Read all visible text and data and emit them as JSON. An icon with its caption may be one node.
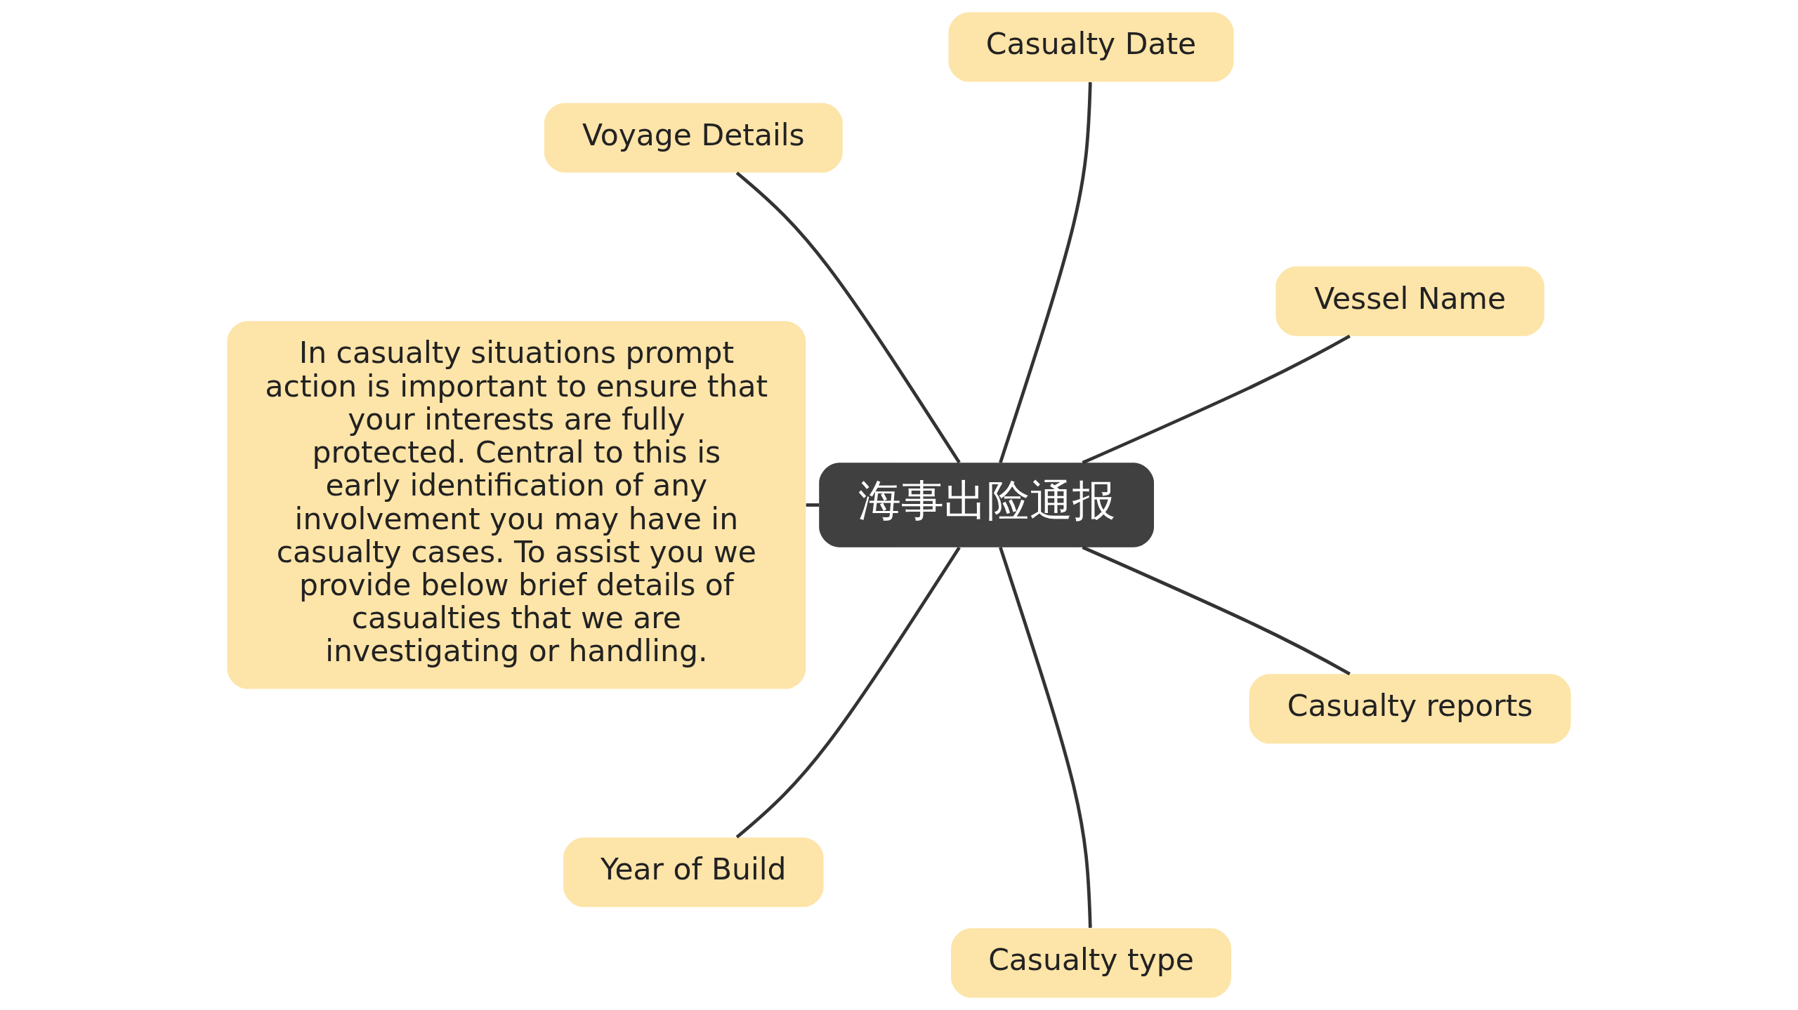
{
  "diagram": {
    "nodes": [
      {
        "text": [
          "海事出险通报"
        ]
      },
      {
        "text": [
          "Vessel Name"
        ]
      },
      {
        "text": [
          "Casualty Date"
        ]
      },
      {
        "text": [
          "Voyage Details"
        ]
      },
      {
        "text": [
          "In casualty situations prompt action is important to ensure that your interests are fully protected. Central to this is early identification of any involvement you may have in casualty cases. To assist you we provide below brief details of casualties that we are investigating or handling."
        ]
      },
      {
        "text": [
          "Year of Build"
        ]
      },
      {
        "text": [
          "Casualty type"
        ]
      },
      {
        "text": [
          "Casualty reports"
        ]
      }
    ],
    "edges": [
      {
        "from": 0,
        "to": 1,
        "arrow": "none"
      },
      {
        "from": 0,
        "to": 2,
        "arrow": "none"
      },
      {
        "from": 0,
        "to": 3,
        "arrow": "none"
      },
      {
        "from": 0,
        "to": 4,
        "arrow": "none"
      },
      {
        "from": 0,
        "to": 5,
        "arrow": "none"
      },
      {
        "from": 0,
        "to": 6,
        "arrow": "none"
      },
      {
        "from": 0,
        "to": 7,
        "arrow": "none"
      }
    ]
  }
}
